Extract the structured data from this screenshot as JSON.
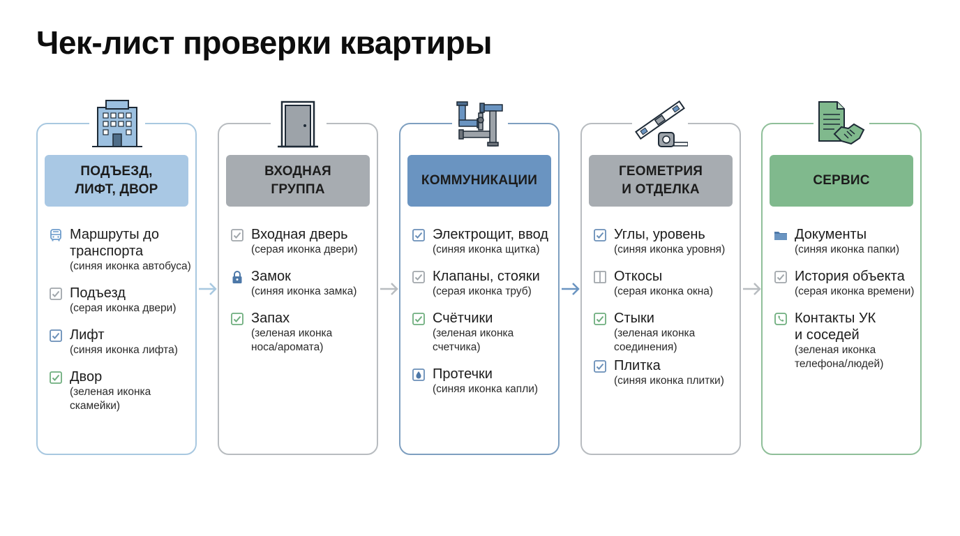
{
  "title": "Чек-лист проверки квартиры",
  "colors": {
    "blue_light": "#a9c8e4",
    "blue_dark": "#6a94c1",
    "gray": "#a7acb1",
    "gray_light": "#c4c8cc",
    "green": "#80b98d",
    "border_blue": "#a8c8e0",
    "border_gray": "#b8bcc0",
    "border_green": "#8fbf99",
    "border_darkblue": "#7e9fc0"
  },
  "columns": [
    {
      "title": "ПОДЪЕЗД,\nЛИФТ, ДВОР",
      "icon": "building-icon",
      "items": [
        {
          "label": "Маршруты до\nтранспорта",
          "note": "(синяя иконка автобуса)",
          "icon": "bus-icon"
        },
        {
          "label": "Подъезд",
          "note": "(серая иконка двери)",
          "icon": "checkbox-icon"
        },
        {
          "label": "Лифт",
          "note": "(синяя иконка лифта)",
          "icon": "checkbox-icon"
        },
        {
          "label": "Двор",
          "note": "(зеленая иконка\nскамейки)",
          "icon": "checkbox-icon"
        }
      ]
    },
    {
      "title": "ВХОДНАЯ\nГРУППА",
      "icon": "door-icon",
      "items": [
        {
          "label": "Входная дверь",
          "note": "(серая иконка двери)",
          "icon": "checkbox-icon"
        },
        {
          "label": "Замок",
          "note": "(синяя иконка замка)",
          "icon": "lock-icon"
        },
        {
          "label": "Запах",
          "note": "(зеленая иконка\nноса/аромата)",
          "icon": "checkbox-icon"
        }
      ]
    },
    {
      "title": "КОММУНИКАЦИИ",
      "icon": "pipes-icon",
      "items": [
        {
          "label": "Электрощит, ввод",
          "note": "(синяя иконка щитка)",
          "icon": "checkbox-icon"
        },
        {
          "label": "Клапаны, стояки",
          "note": "(серая иконка труб)",
          "icon": "checkbox-icon"
        },
        {
          "label": "Счётчики",
          "note": "(зеленая иконка\nсчетчика)",
          "icon": "checkbox-icon"
        },
        {
          "label": "Протечки",
          "note": "(синяя иконка капли)",
          "icon": "water-drop-icon"
        }
      ]
    },
    {
      "title": "ГЕОМЕТРИЯ\nИ ОТДЕЛКА",
      "icon": "level-tape-icon",
      "items": [
        {
          "label": "Углы, уровень",
          "note": "(синяя иконка уровня)",
          "icon": "checkbox-icon"
        },
        {
          "label": "Откосы",
          "note": "(серая иконка окна)",
          "icon": "window-icon"
        },
        {
          "label": "Стыки",
          "note": "(зеленая иконка\nсоединения)",
          "icon": "checkbox-icon"
        },
        {
          "label": "Плитка",
          "note": "(синяя иконка плитки)",
          "icon": "checkbox-icon"
        }
      ]
    },
    {
      "title": "СЕРВИС",
      "icon": "document-handshake-icon",
      "items": [
        {
          "label": "Документы",
          "note": "(синяя иконка папки)",
          "icon": "folder-icon"
        },
        {
          "label": "История объекта",
          "note": "(серая иконка времени)",
          "icon": "checkbox-icon"
        },
        {
          "label": "Контакты УК\nи соседей",
          "note": "(зеленая иконка\nтелефона/людей)",
          "icon": "phone-icon"
        }
      ]
    }
  ]
}
